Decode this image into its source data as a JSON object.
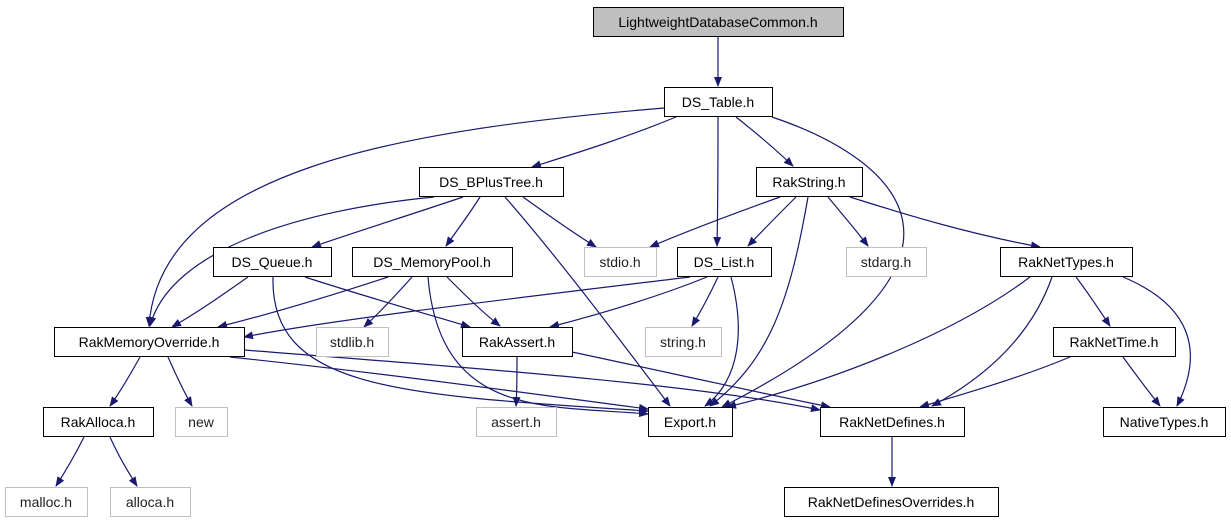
{
  "colors": {
    "edge": "#191970",
    "root_fill": "#bfbfbf",
    "root_stroke": "#000000",
    "internal_stroke": "#000000",
    "external_stroke": "#bfbfbf",
    "fill": "#ffffff"
  },
  "nodes": [
    {
      "id": "ldc",
      "label": "LightweightDatabaseCommon.h",
      "kind": "root"
    },
    {
      "id": "dstable",
      "label": "DS_Table.h",
      "kind": "internal"
    },
    {
      "id": "bplus",
      "label": "DS_BPlusTree.h",
      "kind": "internal"
    },
    {
      "id": "rakstring",
      "label": "RakString.h",
      "kind": "internal"
    },
    {
      "id": "queue",
      "label": "DS_Queue.h",
      "kind": "internal"
    },
    {
      "id": "mempool",
      "label": "DS_MemoryPool.h",
      "kind": "internal"
    },
    {
      "id": "stdio",
      "label": "stdio.h",
      "kind": "external"
    },
    {
      "id": "list",
      "label": "DS_List.h",
      "kind": "internal"
    },
    {
      "id": "stdarg",
      "label": "stdarg.h",
      "kind": "external"
    },
    {
      "id": "raknettypes",
      "label": "RakNetTypes.h",
      "kind": "internal"
    },
    {
      "id": "rakmem",
      "label": "RakMemoryOverride.h",
      "kind": "internal"
    },
    {
      "id": "stdlib",
      "label": "stdlib.h",
      "kind": "external"
    },
    {
      "id": "rakassert",
      "label": "RakAssert.h",
      "kind": "internal"
    },
    {
      "id": "string",
      "label": "string.h",
      "kind": "external"
    },
    {
      "id": "raknettime",
      "label": "RakNetTime.h",
      "kind": "internal"
    },
    {
      "id": "rakalloca",
      "label": "RakAlloca.h",
      "kind": "internal"
    },
    {
      "id": "new",
      "label": "new",
      "kind": "external"
    },
    {
      "id": "assert",
      "label": "assert.h",
      "kind": "external"
    },
    {
      "id": "export",
      "label": "Export.h",
      "kind": "internal"
    },
    {
      "id": "raknetdefines",
      "label": "RakNetDefines.h",
      "kind": "internal"
    },
    {
      "id": "nativetypes",
      "label": "NativeTypes.h",
      "kind": "internal"
    },
    {
      "id": "malloc",
      "label": "malloc.h",
      "kind": "external"
    },
    {
      "id": "alloca",
      "label": "alloca.h",
      "kind": "external"
    },
    {
      "id": "definesoverrides",
      "label": "RakNetDefinesOverrides.h",
      "kind": "internal"
    }
  ],
  "edges": [
    [
      "ldc",
      "dstable"
    ],
    [
      "dstable",
      "bplus"
    ],
    [
      "dstable",
      "rakstring"
    ],
    [
      "dstable",
      "list"
    ],
    [
      "dstable",
      "rakmem"
    ],
    [
      "dstable",
      "export"
    ],
    [
      "bplus",
      "queue"
    ],
    [
      "bplus",
      "mempool"
    ],
    [
      "bplus",
      "stdio"
    ],
    [
      "bplus",
      "rakmem"
    ],
    [
      "bplus",
      "export"
    ],
    [
      "rakstring",
      "stdio"
    ],
    [
      "rakstring",
      "list"
    ],
    [
      "rakstring",
      "stdarg"
    ],
    [
      "rakstring",
      "raknettypes"
    ],
    [
      "rakstring",
      "export"
    ],
    [
      "queue",
      "rakmem"
    ],
    [
      "queue",
      "rakassert"
    ],
    [
      "queue",
      "export"
    ],
    [
      "mempool",
      "rakmem"
    ],
    [
      "mempool",
      "stdlib"
    ],
    [
      "mempool",
      "rakassert"
    ],
    [
      "mempool",
      "export"
    ],
    [
      "list",
      "rakmem"
    ],
    [
      "list",
      "rakassert"
    ],
    [
      "list",
      "string"
    ],
    [
      "list",
      "export"
    ],
    [
      "raknettypes",
      "raknettime"
    ],
    [
      "raknettypes",
      "nativetypes"
    ],
    [
      "raknettypes",
      "export"
    ],
    [
      "raknettypes",
      "raknetdefines"
    ],
    [
      "rakmem",
      "rakalloca"
    ],
    [
      "rakmem",
      "new"
    ],
    [
      "rakmem",
      "export"
    ],
    [
      "rakmem",
      "raknetdefines"
    ],
    [
      "rakassert",
      "assert"
    ],
    [
      "rakassert",
      "raknetdefines"
    ],
    [
      "raknettime",
      "raknetdefines"
    ],
    [
      "raknettime",
      "nativetypes"
    ],
    [
      "rakalloca",
      "malloc"
    ],
    [
      "rakalloca",
      "alloca"
    ],
    [
      "raknetdefines",
      "definesoverrides"
    ]
  ]
}
